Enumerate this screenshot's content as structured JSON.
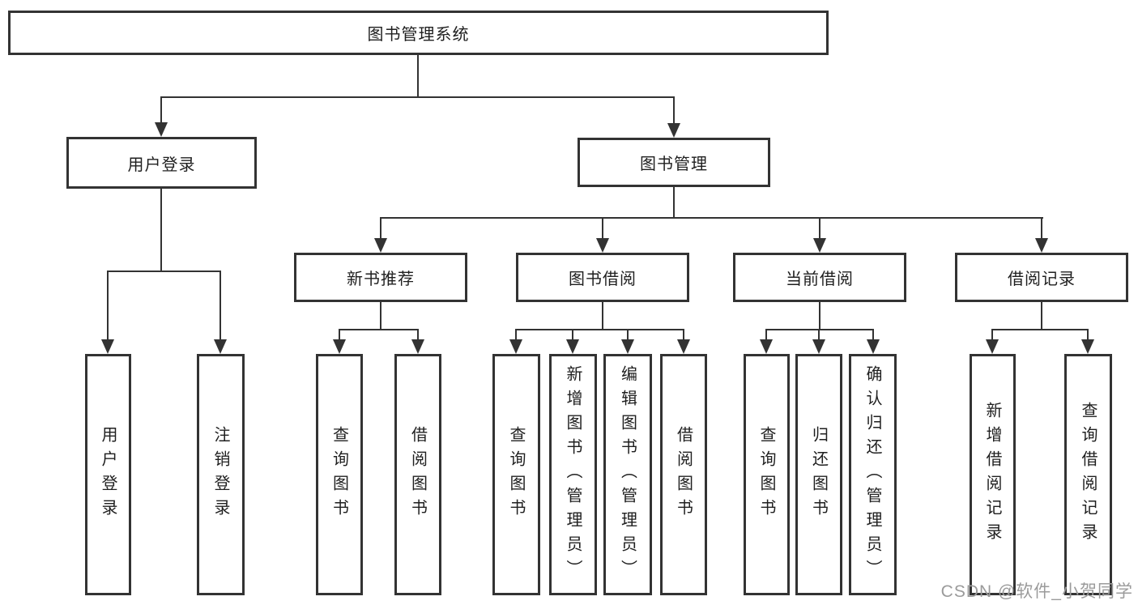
{
  "diagram": {
    "type": "tree",
    "colors": {
      "line": "#333333",
      "text": "#1f1f1f",
      "watermark_text_color": "#9b9b9b",
      "background": "#ffffff"
    },
    "watermark": "CSDN @软件_小贺同学"
  },
  "tree": {
    "root": "图书管理系统",
    "branches": [
      {
        "label": "用户登录",
        "children": [
          "用户登录",
          "注销登录"
        ]
      },
      {
        "label": "图书管理",
        "groups": [
          {
            "label": "新书推荐",
            "children": [
              "查询图书",
              "借阅图书"
            ]
          },
          {
            "label": "图书借阅",
            "children": [
              "查询图书",
              "新增图书（管理员）",
              "编辑图书（管理员）",
              "借阅图书"
            ]
          },
          {
            "label": "当前借阅",
            "children": [
              "查询图书",
              "归还图书",
              "确认归还（管理员）"
            ]
          },
          {
            "label": "借阅记录",
            "children": [
              "新增借阅记录",
              "查询借阅记录"
            ]
          }
        ]
      }
    ]
  }
}
